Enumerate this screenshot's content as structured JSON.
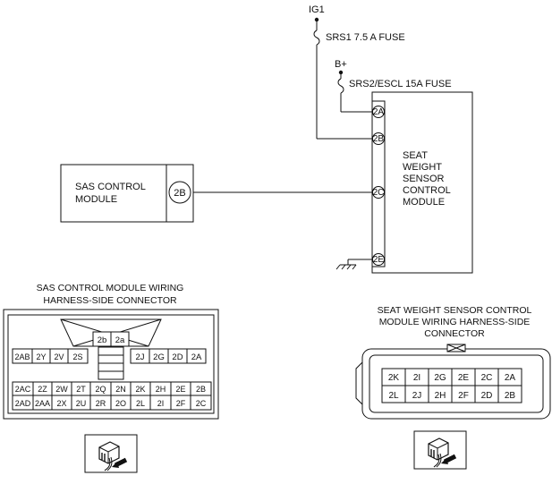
{
  "power": {
    "ig1": "IG1",
    "fuse1": "SRS1 7.5 A  FUSE",
    "bplus": "B+",
    "fuse2": "SRS2/ESCL 15A  FUSE"
  },
  "sas_module": {
    "line1": "SAS CONTROL",
    "line2": "MODULE",
    "pin": "2B"
  },
  "sws_module": {
    "lines": [
      "SEAT",
      "WEIGHT",
      "SENSOR",
      "CONTROL",
      "MODULE"
    ],
    "pins": [
      "2A",
      "2B",
      "2C",
      "2E"
    ]
  },
  "sas_connector": {
    "caption": [
      "SAS CONTROL MODULE WIRING",
      "HARNESS-SIDE CONNECTOR"
    ],
    "top_pins": [
      "2b",
      "2a"
    ],
    "row1_left": [
      "2AB",
      "2Y",
      "2V",
      "2S"
    ],
    "row1_right": [
      "2J",
      "2G",
      "2D",
      "2A"
    ],
    "row2": [
      "2AC",
      "2Z",
      "2W",
      "2T",
      "2Q",
      "2N",
      "2K",
      "2H",
      "2E",
      "2B"
    ],
    "row3": [
      "2AD",
      "2AA",
      "2X",
      "2U",
      "2R",
      "2O",
      "2L",
      "2I",
      "2F",
      "2C"
    ]
  },
  "sws_connector": {
    "caption": [
      "SEAT WEIGHT SENSOR  CONTROL",
      "MODULE WIRING HARNESS-SIDE",
      "CONNECTOR"
    ],
    "row1": [
      "2K",
      "2I",
      "2G",
      "2E",
      "2C",
      "2A"
    ],
    "row2": [
      "2L",
      "2J",
      "2H",
      "2F",
      "2D",
      "2B"
    ]
  },
  "icons": [
    "connector-probe-icon"
  ]
}
